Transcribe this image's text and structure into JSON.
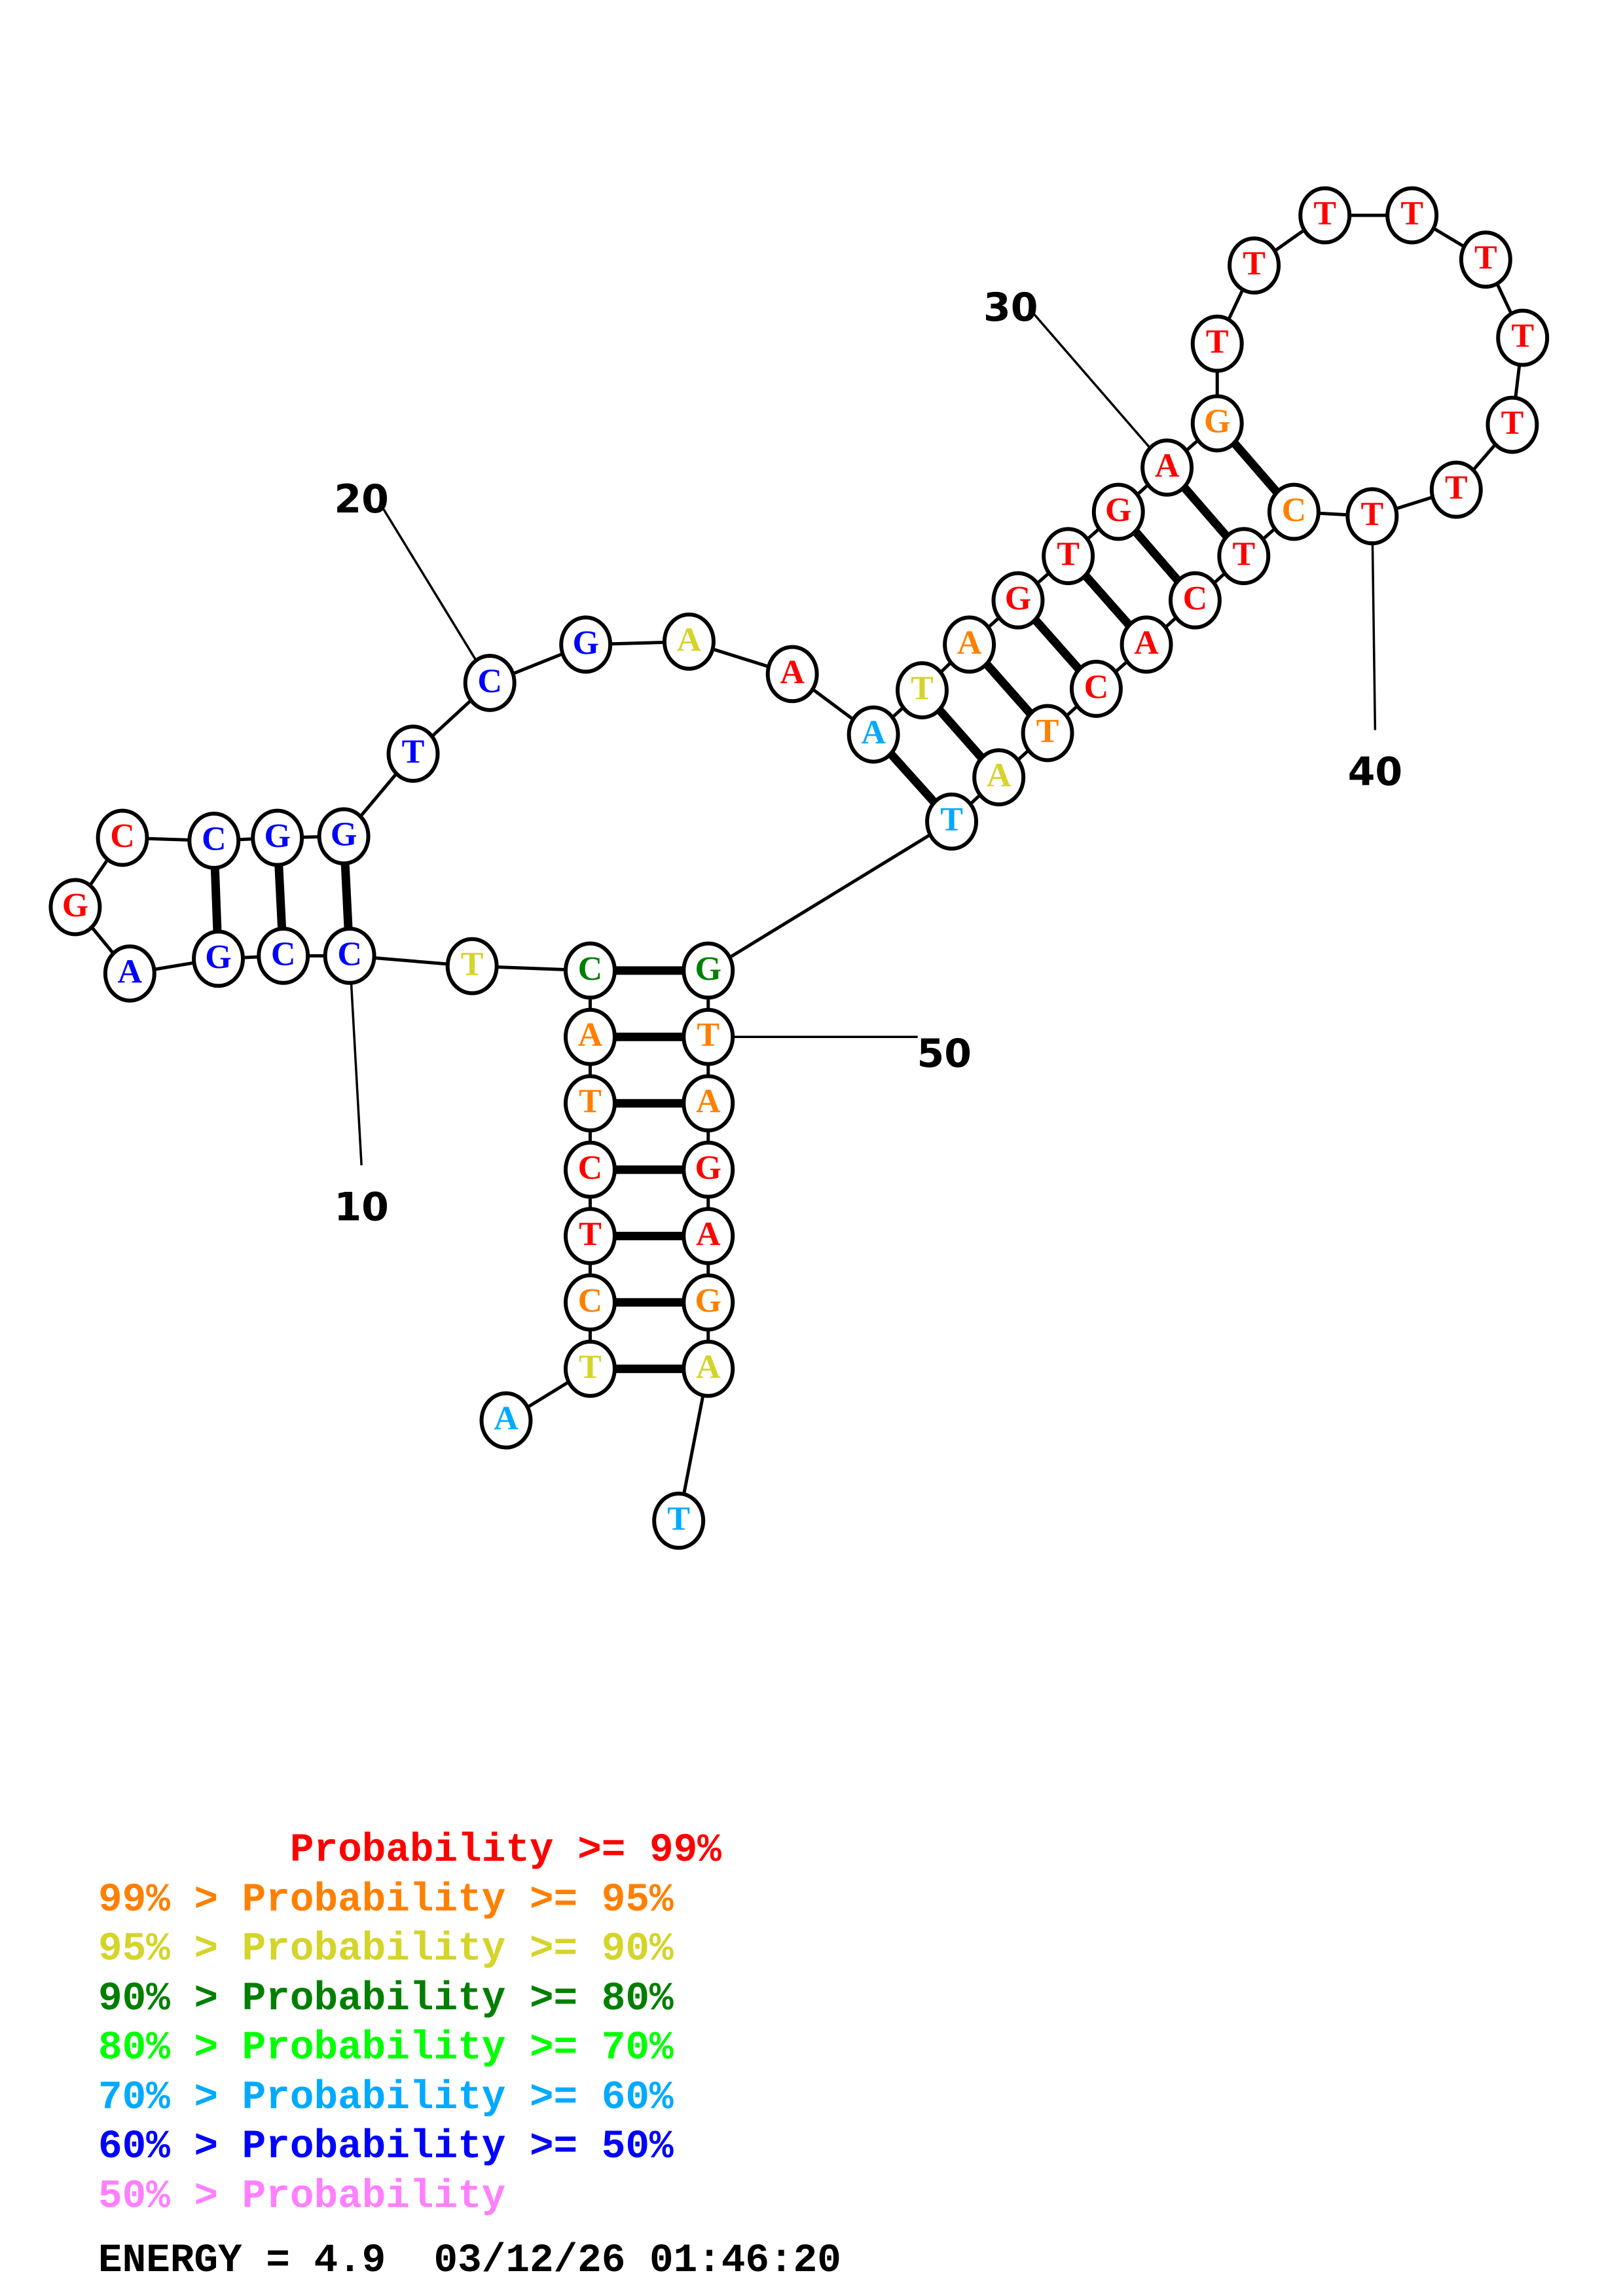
{
  "colors": {
    "p99": "#ff0000",
    "p95": "#ff8000",
    "p90": "#d4d42a",
    "p80": "#007f00",
    "p70": "#00ff00",
    "p60": "#00aaff",
    "p50": "#0000ff",
    "plow": "#ff80ff"
  },
  "sequence": [
    {
      "i": 1,
      "base": "A",
      "prob": "p60"
    },
    {
      "i": 2,
      "base": "T",
      "prob": "p90"
    },
    {
      "i": 3,
      "base": "C",
      "prob": "p95"
    },
    {
      "i": 4,
      "base": "T",
      "prob": "p99"
    },
    {
      "i": 5,
      "base": "C",
      "prob": "p99"
    },
    {
      "i": 6,
      "base": "T",
      "prob": "p95"
    },
    {
      "i": 7,
      "base": "A",
      "prob": "p95"
    },
    {
      "i": 8,
      "base": "C",
      "prob": "p80"
    },
    {
      "i": 9,
      "base": "T",
      "prob": "p90"
    },
    {
      "i": 10,
      "base": "C",
      "prob": "p50"
    },
    {
      "i": 11,
      "base": "C",
      "prob": "p50"
    },
    {
      "i": 12,
      "base": "G",
      "prob": "p50"
    },
    {
      "i": 13,
      "base": "A",
      "prob": "p50"
    },
    {
      "i": 14,
      "base": "G",
      "prob": "p99"
    },
    {
      "i": 15,
      "base": "C",
      "prob": "p99"
    },
    {
      "i": 16,
      "base": "C",
      "prob": "p50"
    },
    {
      "i": 17,
      "base": "G",
      "prob": "p50"
    },
    {
      "i": 18,
      "base": "G",
      "prob": "p50"
    },
    {
      "i": 19,
      "base": "T",
      "prob": "p50"
    },
    {
      "i": 20,
      "base": "C",
      "prob": "p50"
    },
    {
      "i": 21,
      "base": "G",
      "prob": "p50"
    },
    {
      "i": 22,
      "base": "A",
      "prob": "p90"
    },
    {
      "i": 23,
      "base": "A",
      "prob": "p99"
    },
    {
      "i": 24,
      "base": "A",
      "prob": "p60"
    },
    {
      "i": 25,
      "base": "T",
      "prob": "p90"
    },
    {
      "i": 26,
      "base": "A",
      "prob": "p95"
    },
    {
      "i": 27,
      "base": "G",
      "prob": "p99"
    },
    {
      "i": 28,
      "base": "T",
      "prob": "p99"
    },
    {
      "i": 29,
      "base": "G",
      "prob": "p99"
    },
    {
      "i": 30,
      "base": "A",
      "prob": "p99"
    },
    {
      "i": 31,
      "base": "G",
      "prob": "p95"
    },
    {
      "i": 32,
      "base": "T",
      "prob": "p99"
    },
    {
      "i": 33,
      "base": "T",
      "prob": "p99"
    },
    {
      "i": 34,
      "base": "T",
      "prob": "p99"
    },
    {
      "i": 35,
      "base": "T",
      "prob": "p99"
    },
    {
      "i": 36,
      "base": "T",
      "prob": "p99"
    },
    {
      "i": 37,
      "base": "T",
      "prob": "p99"
    },
    {
      "i": 38,
      "base": "T",
      "prob": "p99"
    },
    {
      "i": 39,
      "base": "T",
      "prob": "p99"
    },
    {
      "i": 40,
      "base": "T",
      "prob": "p99"
    },
    {
      "i": 41,
      "base": "C",
      "prob": "p95"
    },
    {
      "i": 42,
      "base": "T",
      "prob": "p99"
    },
    {
      "i": 43,
      "base": "C",
      "prob": "p99"
    },
    {
      "i": 44,
      "base": "A",
      "prob": "p99"
    },
    {
      "i": 45,
      "base": "C",
      "prob": "p99"
    },
    {
      "i": 46,
      "base": "T",
      "prob": "p95"
    },
    {
      "i": 47,
      "base": "A",
      "prob": "p90"
    },
    {
      "i": 48,
      "base": "T",
      "prob": "p60"
    },
    {
      "i": 49,
      "base": "G",
      "prob": "p80"
    },
    {
      "i": 50,
      "base": "T",
      "prob": "p95"
    },
    {
      "i": 51,
      "base": "A",
      "prob": "p95"
    },
    {
      "i": 52,
      "base": "G",
      "prob": "p99"
    },
    {
      "i": 53,
      "base": "A",
      "prob": "p99"
    },
    {
      "i": 54,
      "base": "G",
      "prob": "p95"
    },
    {
      "i": 55,
      "base": "A",
      "prob": "p90"
    },
    {
      "i": 56,
      "base": "T",
      "prob": "p60"
    }
  ],
  "pairs": [
    [
      2,
      55
    ],
    [
      3,
      54
    ],
    [
      4,
      53
    ],
    [
      5,
      52
    ],
    [
      6,
      51
    ],
    [
      7,
      50
    ],
    [
      8,
      49
    ],
    [
      10,
      18
    ],
    [
      11,
      17
    ],
    [
      12,
      16
    ],
    [
      24,
      48
    ],
    [
      25,
      47
    ],
    [
      26,
      46
    ],
    [
      27,
      45
    ],
    [
      28,
      44
    ],
    [
      29,
      43
    ],
    [
      30,
      42
    ],
    [
      31,
      41
    ]
  ],
  "position_labels": [
    {
      "index": 10,
      "text": "10"
    },
    {
      "index": 20,
      "text": "20"
    },
    {
      "index": 30,
      "text": "30"
    },
    {
      "index": 40,
      "text": "40"
    },
    {
      "index": 50,
      "text": "50"
    }
  ],
  "legend": [
    {
      "prefix": "    ",
      "gt": "  ",
      "label": "Probability",
      "ge": ">=",
      "pct": "99%",
      "color_key": "p99"
    },
    {
      "prefix": "99%",
      "gt": ">",
      "label": "Probability",
      "ge": ">=",
      "pct": "95%",
      "color_key": "p95"
    },
    {
      "prefix": "95%",
      "gt": ">",
      "label": "Probability",
      "ge": ">=",
      "pct": "90%",
      "color_key": "p90"
    },
    {
      "prefix": "90%",
      "gt": ">",
      "label": "Probability",
      "ge": ">=",
      "pct": "80%",
      "color_key": "p80"
    },
    {
      "prefix": "80%",
      "gt": ">",
      "label": "Probability",
      "ge": ">=",
      "pct": "70%",
      "color_key": "p70"
    },
    {
      "prefix": "70%",
      "gt": ">",
      "label": "Probability",
      "ge": ">=",
      "pct": "60%",
      "color_key": "p60"
    },
    {
      "prefix": "60%",
      "gt": ">",
      "label": "Probability",
      "ge": ">=",
      "pct": "50%",
      "color_key": "p50"
    },
    {
      "prefix": "50%",
      "gt": ">",
      "label": "Probability",
      "ge": "",
      "pct": "",
      "color_key": "plow"
    }
  ],
  "footer": {
    "energy_label": "ENERGY",
    "equals": "=",
    "energy_value": "4.9",
    "date": "03/12/26",
    "time": "01:46:20"
  }
}
